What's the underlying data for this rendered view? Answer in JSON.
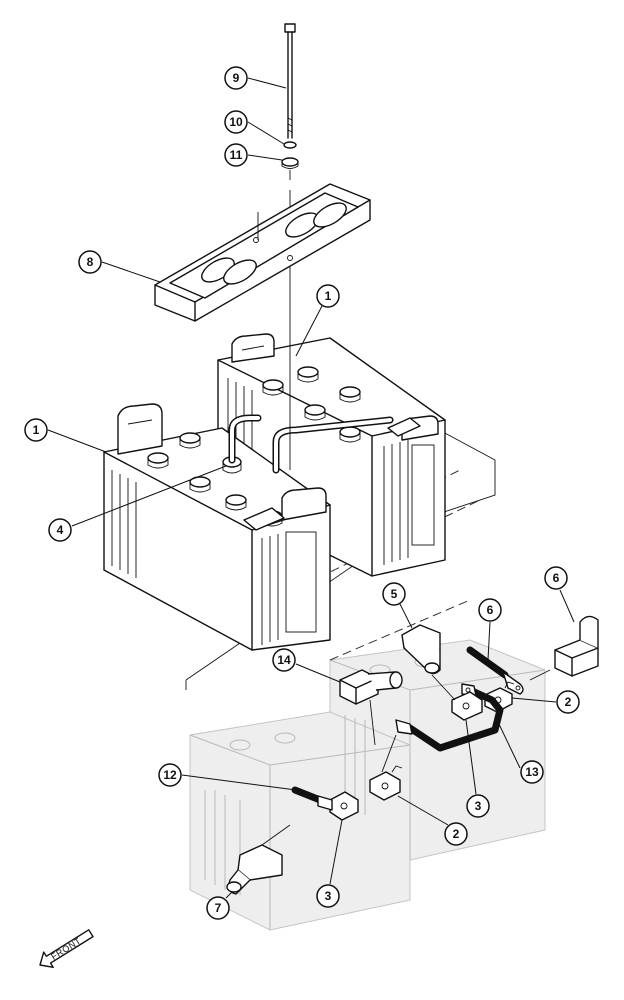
{
  "callouts": [
    {
      "id": "c9",
      "label": "9"
    },
    {
      "id": "c10",
      "label": "10"
    },
    {
      "id": "c11",
      "label": "11"
    },
    {
      "id": "c8",
      "label": "8"
    },
    {
      "id": "c1a",
      "label": "1"
    },
    {
      "id": "c1b",
      "label": "1"
    },
    {
      "id": "c4",
      "label": "4"
    },
    {
      "id": "c5",
      "label": "5"
    },
    {
      "id": "c6a",
      "label": "6"
    },
    {
      "id": "c14",
      "label": "14"
    },
    {
      "id": "c6b",
      "label": "6"
    },
    {
      "id": "c2a",
      "label": "2"
    },
    {
      "id": "c13",
      "label": "13"
    },
    {
      "id": "c3a",
      "label": "3"
    },
    {
      "id": "c12",
      "label": "12"
    },
    {
      "id": "c2b",
      "label": "2"
    },
    {
      "id": "c3b",
      "label": "3"
    },
    {
      "id": "c7",
      "label": "7"
    }
  ],
  "front_indicator": {
    "label": "FRONT"
  }
}
